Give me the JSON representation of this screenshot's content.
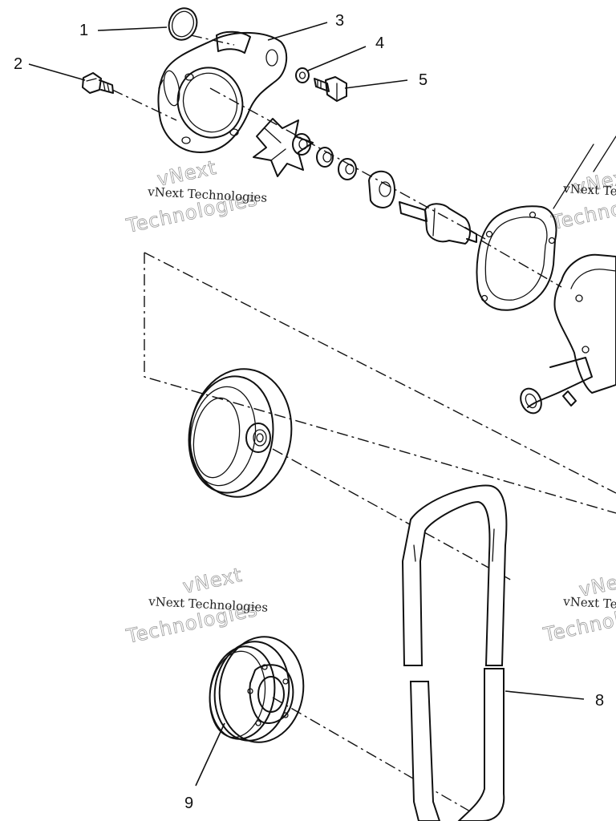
{
  "callouts": [
    {
      "num": "1",
      "part": "o-ring"
    },
    {
      "num": "2",
      "part": "drain-bolt"
    },
    {
      "num": "3",
      "part": "pump-housing"
    },
    {
      "num": "4",
      "part": "washer"
    },
    {
      "num": "5",
      "part": "bolt"
    },
    {
      "num": "8",
      "part": "drive-belt"
    },
    {
      "num": "9",
      "part": "crank-pulley"
    }
  ],
  "watermarks": {
    "company": "vNext Technologies",
    "big_line_1": "vNext",
    "big_line_2": "Technologies"
  },
  "colors": {
    "ink": "#111111",
    "watermark": "#9a9a9a",
    "background": "#ffffff"
  }
}
